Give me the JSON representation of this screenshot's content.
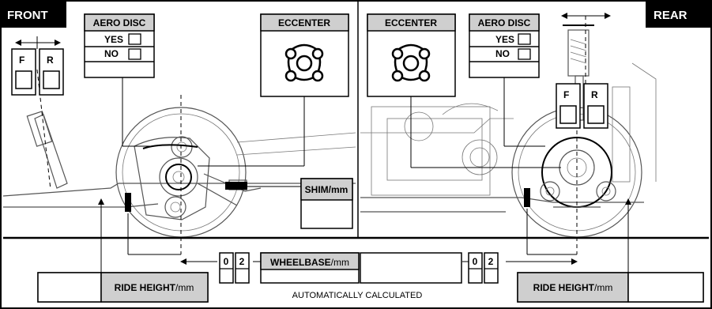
{
  "front": {
    "title": "FRONT",
    "aero_disc": {
      "title": "AERO DISC",
      "yes_label": "YES",
      "no_label": "NO"
    },
    "eccenter_title": "ECCENTER",
    "toe": {
      "f_label": "F",
      "r_label": "R"
    },
    "shim_label": "SHIM/mm",
    "ride_height": {
      "bold": "RIDE HEIGHT",
      "unit": "/mm"
    }
  },
  "rear": {
    "title": "REAR",
    "aero_disc": {
      "title": "AERO DISC",
      "yes_label": "YES",
      "no_label": "NO"
    },
    "eccenter_title": "ECCENTER",
    "toe": {
      "f_label": "F",
      "r_label": "R"
    },
    "ride_height": {
      "bold": "RIDE HEIGHT",
      "unit": "/mm"
    }
  },
  "wheelbase": {
    "bold": "WHEELBASE",
    "unit": "/mm",
    "front_digits": [
      "0",
      "2"
    ],
    "rear_digits": [
      "0",
      "2"
    ]
  },
  "footer_note": "AUTOMATICALLY CALCULATED"
}
